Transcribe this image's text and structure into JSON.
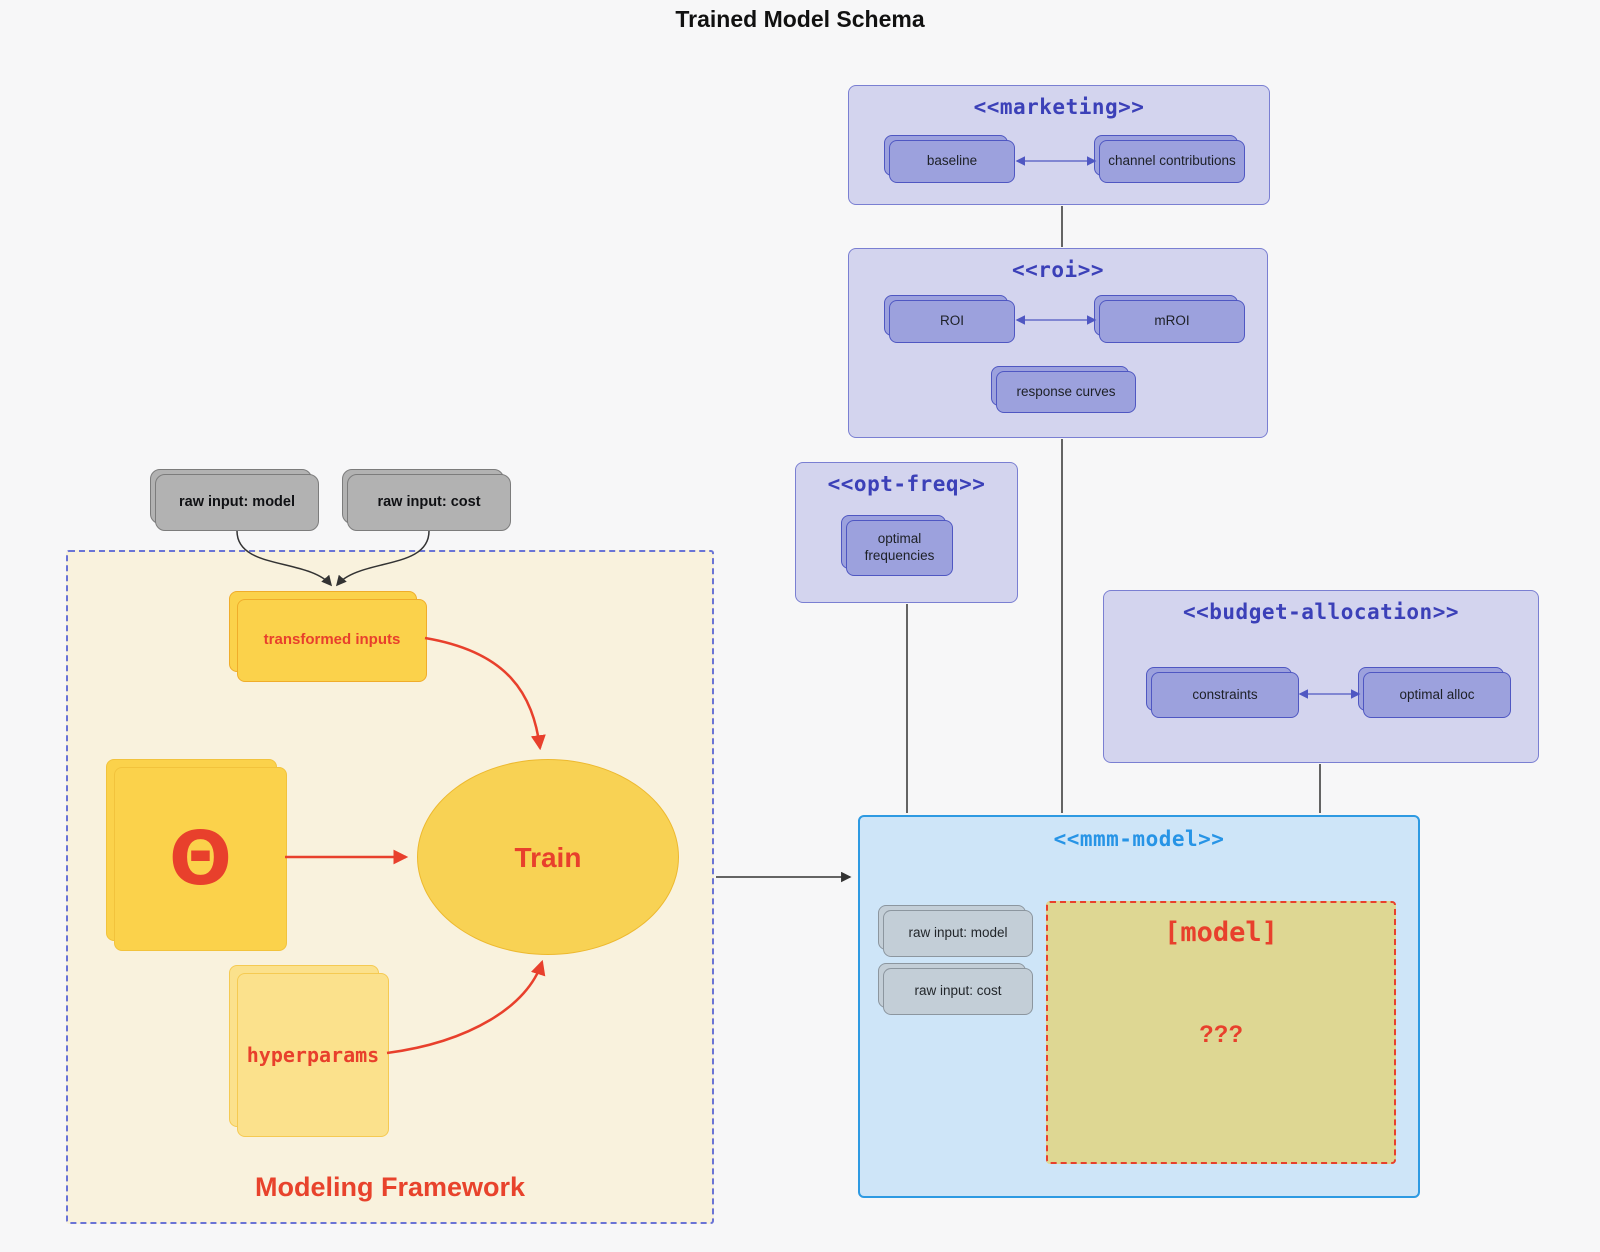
{
  "title": "Trained Model Schema",
  "colors": {
    "background": "#f7f7f8",
    "accent_red": "#e8402c",
    "purple_container_fill": "#d3d4ee",
    "purple_container_border": "#7a7fd2",
    "stereotype_text": "#3b40b8",
    "purple_node_fill": "#9ca1dd",
    "purple_node_border": "#4f57c2",
    "blue_container_fill": "#cee5f8",
    "blue_container_border": "#2e9ae2",
    "blue_title": "#2794e6",
    "yellow_fill": "#fbd24b",
    "yellow_soft_fill": "#fbe18c",
    "cream_fill": "#f9f2dd",
    "khaki_fill": "#ded793",
    "gray_input_fill": "#b2b2b2",
    "slate_gray_fill": "#c3ced7",
    "edge_dark": "#333333"
  },
  "external_inputs": [
    "raw input: model",
    "raw input: cost"
  ],
  "containers": {
    "marketing": {
      "stereotype": "<<marketing>>",
      "nodes": [
        "baseline",
        "channel contributions"
      ]
    },
    "roi": {
      "stereotype": "<<roi>>",
      "nodes": [
        "ROI",
        "mROI",
        "response curves"
      ]
    },
    "opt_freq": {
      "stereotype": "<<opt-freq>>",
      "nodes": [
        "optimal frequencies"
      ]
    },
    "budget_allocation": {
      "stereotype": "<<budget-allocation>>",
      "nodes": [
        "constraints",
        "optimal alloc"
      ]
    },
    "mmm_model": {
      "stereotype": "<<mmm-model>>",
      "inputs": [
        "raw input: model",
        "raw input: cost"
      ],
      "model": {
        "title": "[model]",
        "unknown": "???"
      }
    },
    "framework": {
      "label": "Modeling Framework",
      "nodes": {
        "transformed_inputs": "transformed inputs",
        "theta": "Θ",
        "train": "Train",
        "hyperparams": "hyperparams"
      }
    }
  }
}
